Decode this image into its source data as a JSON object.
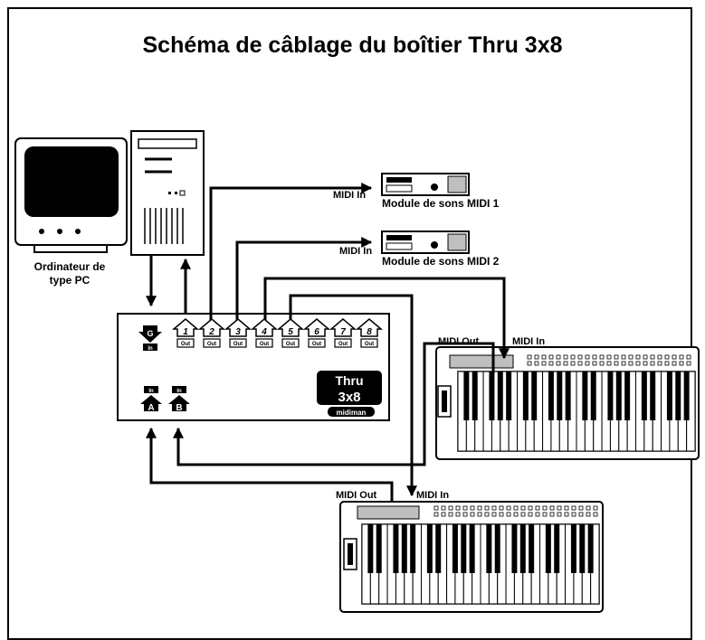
{
  "title": "Schéma de câblage du boîtier Thru 3x8",
  "computer": {
    "label_line1": "Ordinateur de",
    "label_line2": "type PC"
  },
  "modules": [
    {
      "port_label": "MIDI In",
      "name": "Module de sons MIDI 1"
    },
    {
      "port_label": "MIDI In",
      "name": "Module de sons MIDI 2"
    }
  ],
  "thru_box": {
    "input_port": {
      "label": "In"
    },
    "out_ports": [
      {
        "number": "1",
        "label": "Out"
      },
      {
        "number": "2",
        "label": "Out"
      },
      {
        "number": "3",
        "label": "Out"
      },
      {
        "number": "4",
        "label": "Out"
      },
      {
        "number": "5",
        "label": "Out"
      },
      {
        "number": "6",
        "label": "Out"
      },
      {
        "number": "7",
        "label": "Out"
      },
      {
        "number": "8",
        "label": "Out"
      }
    ],
    "in_ports": [
      {
        "letter": "A",
        "label": "In"
      },
      {
        "letter": "B",
        "label": "In"
      }
    ],
    "logo_line1": "Thru",
    "logo_line2": "3x8",
    "brand": "midiman"
  },
  "keyboard_right": {
    "out_label": "MIDI Out",
    "in_label": "MIDI In"
  },
  "keyboard_bottom": {
    "out_label": "MIDI Out",
    "in_label": "MIDI In"
  },
  "colors": {
    "line": "#000000",
    "background": "#ffffff",
    "panel_gray": "#bfbfbf"
  }
}
